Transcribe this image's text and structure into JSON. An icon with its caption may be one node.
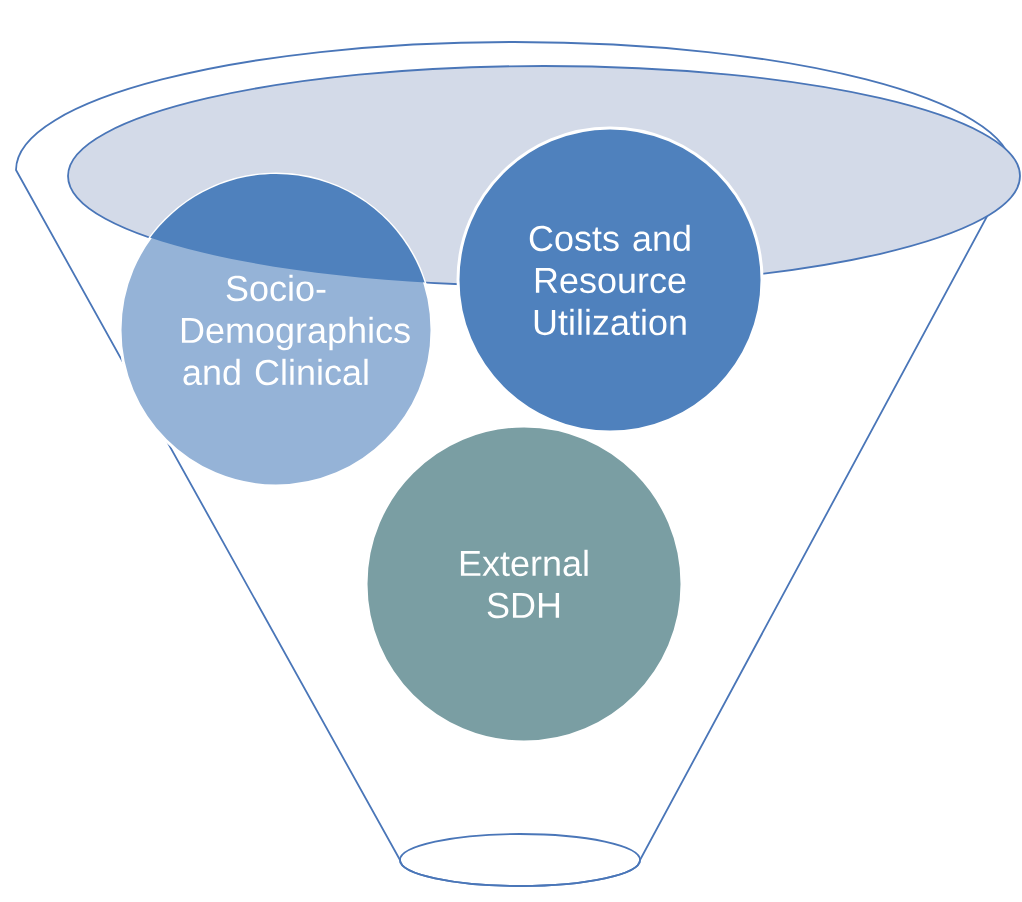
{
  "diagram": {
    "nodes": [
      {
        "text": [
          "Socio-Demographics and Clinical"
        ]
      },
      {
        "text": [
          "Costs and Resource Utilization"
        ]
      },
      {
        "text": [
          "External SDH"
        ]
      }
    ]
  }
}
